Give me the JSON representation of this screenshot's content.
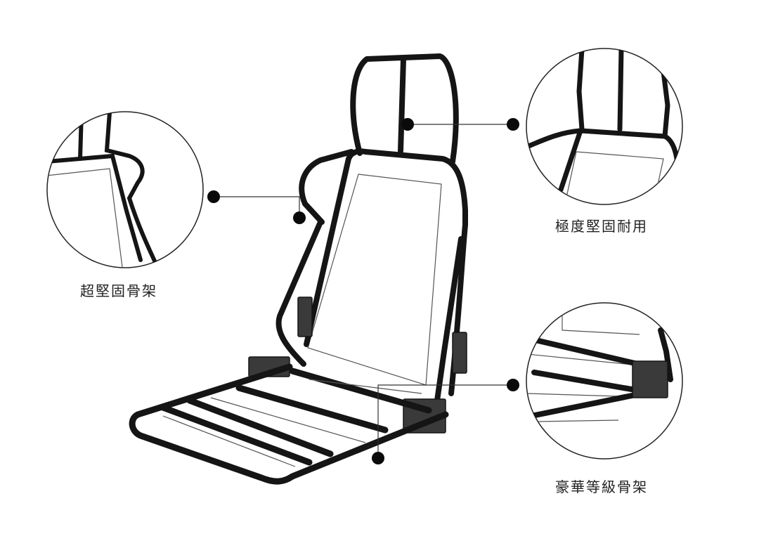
{
  "callouts": {
    "left": {
      "label": "超堅固骨架",
      "icon": "frame-reinforcement-zoom"
    },
    "right_top": {
      "label": "極度堅固耐用",
      "icon": "headrest-zoom"
    },
    "right_bottom": {
      "label": "豪華等級骨架",
      "icon": "seat-base-zoom"
    }
  },
  "colors": {
    "frame": "#151515",
    "background": "#ffffff",
    "thin_line": "#555555",
    "steel_plate": "#3a3a3a"
  }
}
